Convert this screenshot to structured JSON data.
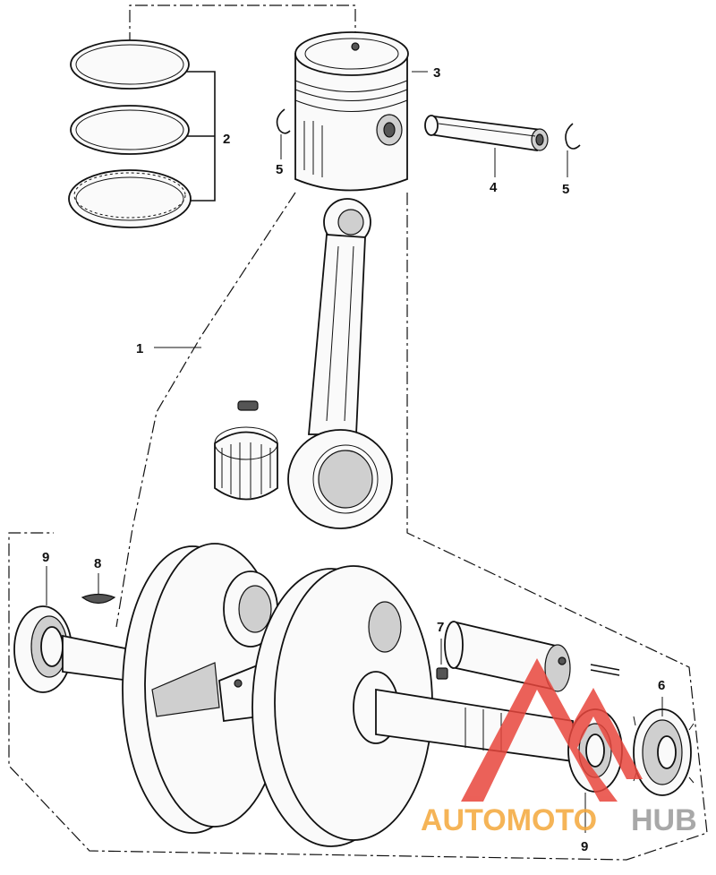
{
  "callouts": {
    "c1": "1",
    "c2": "2",
    "c3": "3",
    "c4": "4",
    "c5a": "5",
    "c5b": "5",
    "c6": "6",
    "c7": "7",
    "c8": "8",
    "c9a": "9",
    "c9b": "9"
  },
  "watermark": {
    "text_orange": "AUTOMOTO",
    "text_grey": "HUB",
    "color_orange": "#f4a83a",
    "color_red": "#e8453c",
    "color_grey": "#9a9a9a"
  },
  "parts": [
    "crankshaft-assembly",
    "piston-rings",
    "piston",
    "piston-pin",
    "piston-pin-clip",
    "primary-drive-gear",
    "crank-pin",
    "woodruff-key",
    "crankshaft-bearing"
  ]
}
